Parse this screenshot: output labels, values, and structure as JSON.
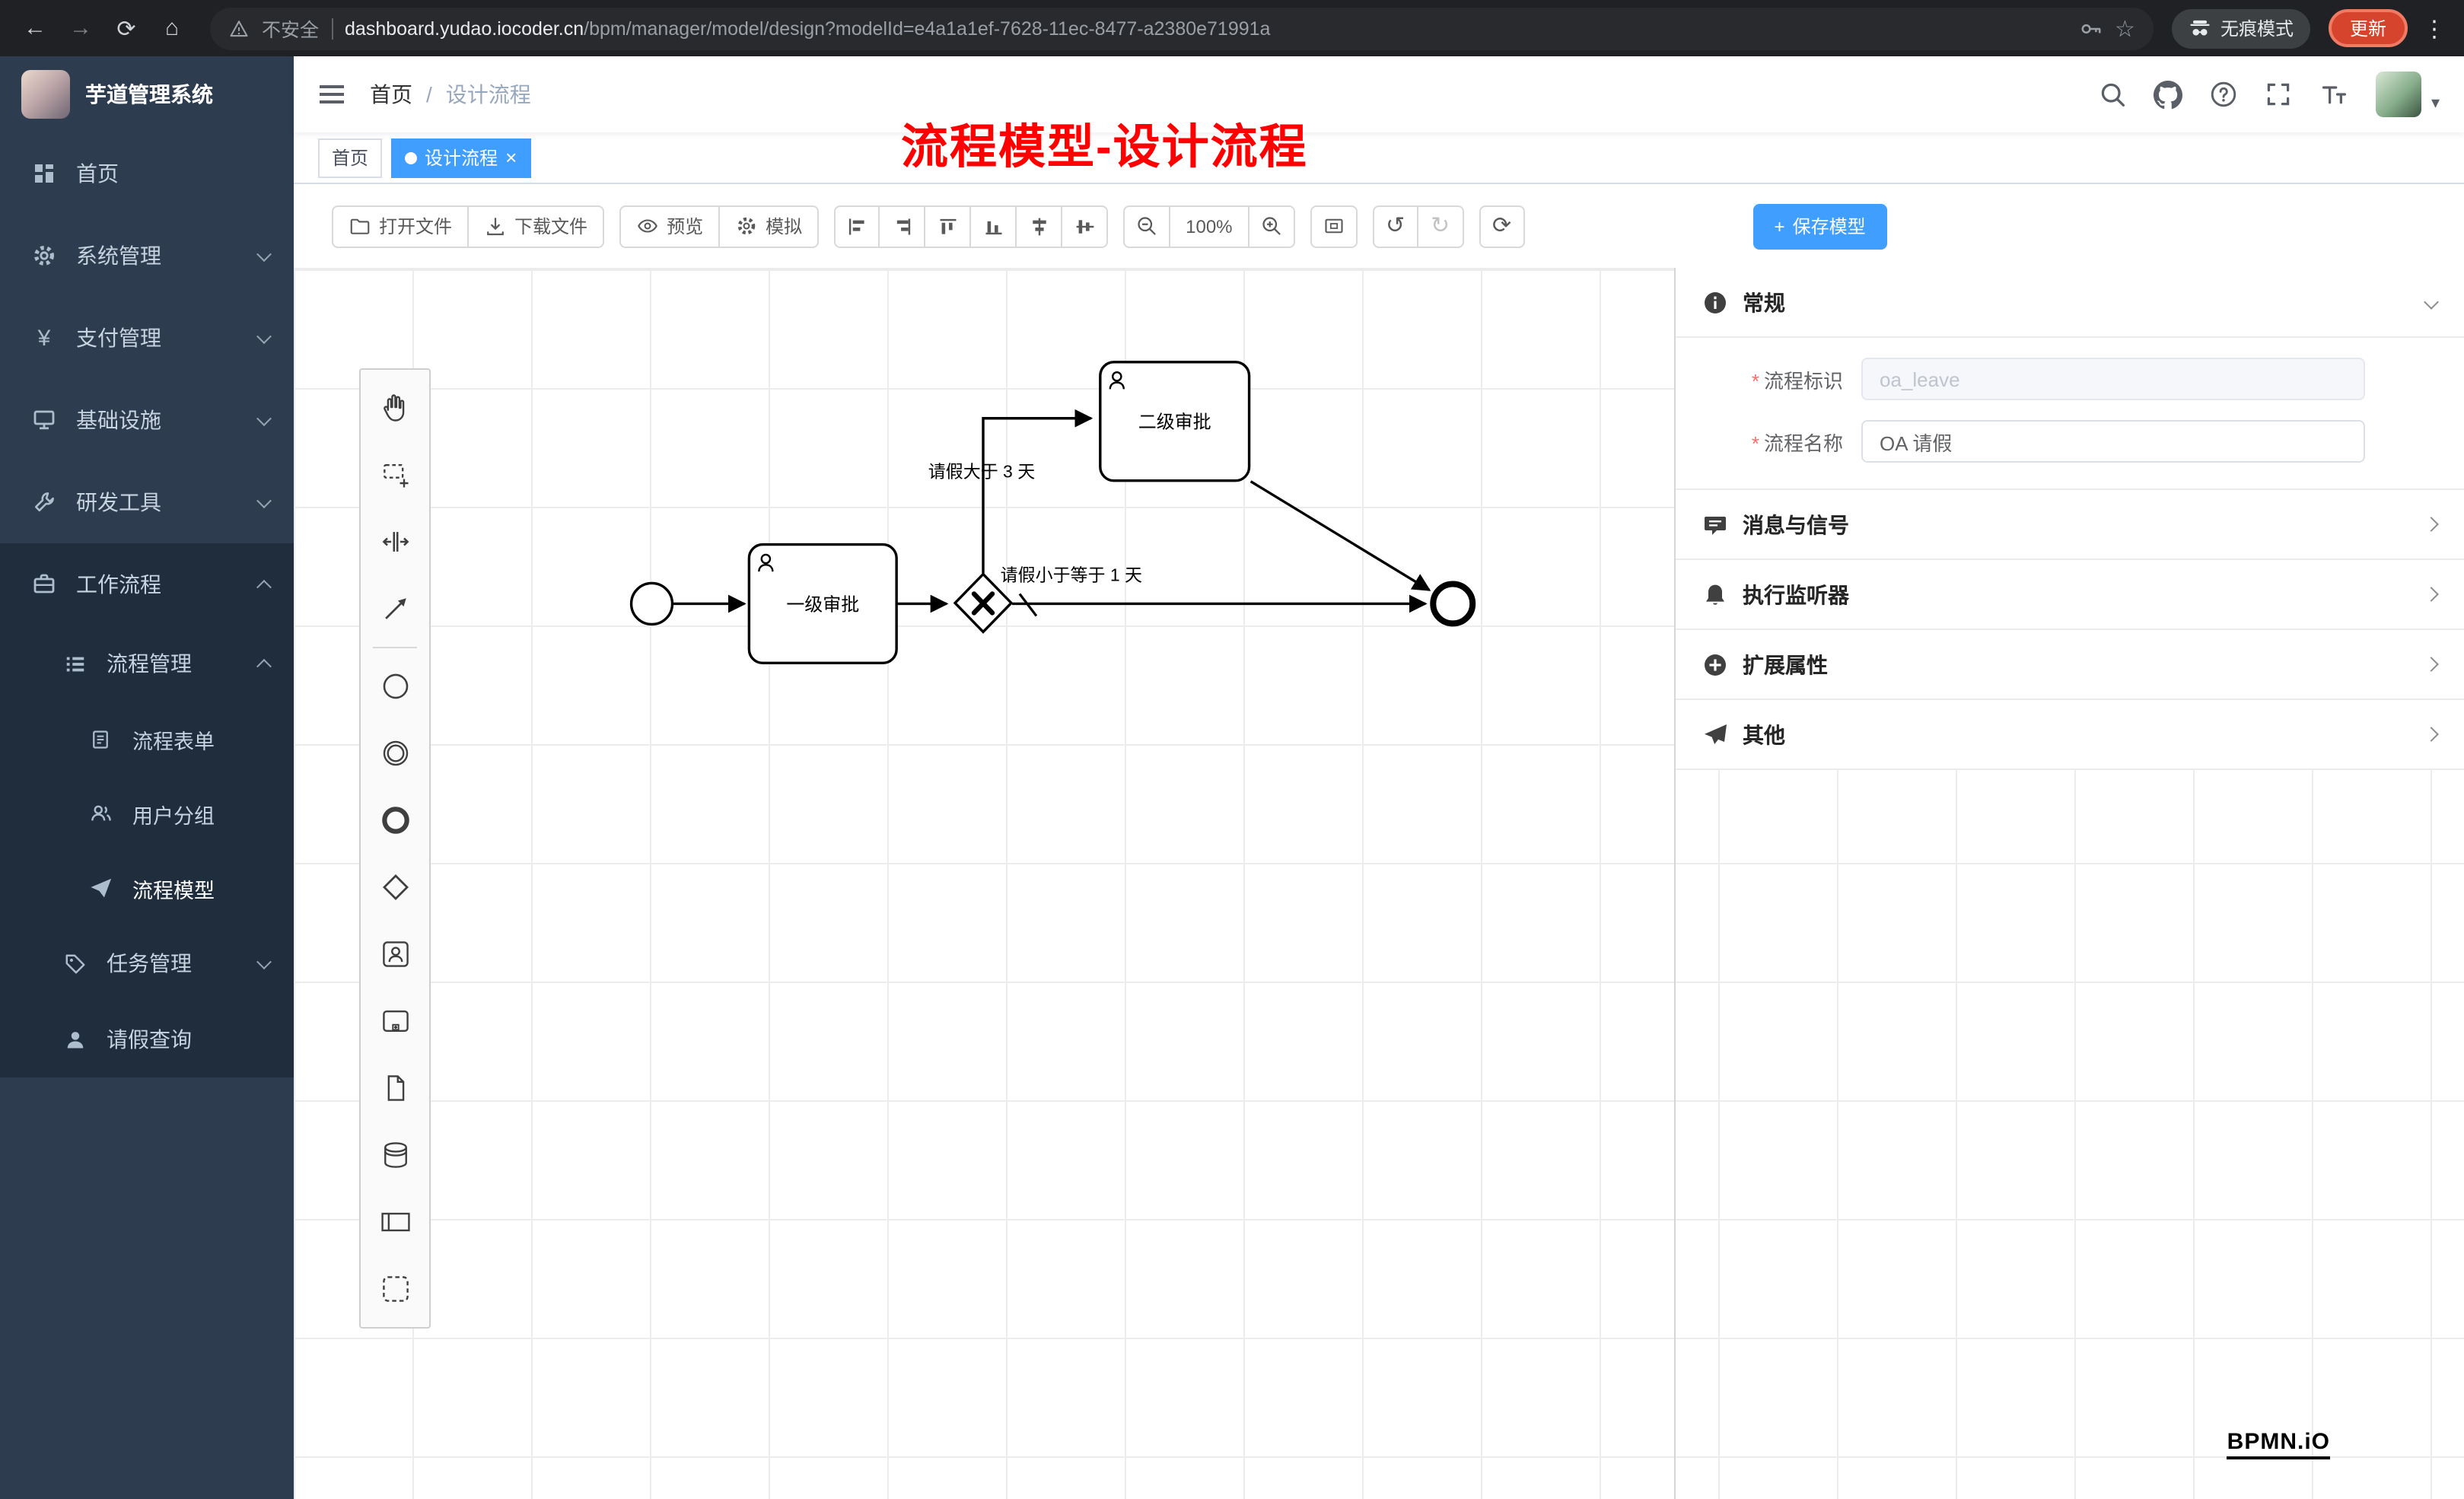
{
  "colors": {
    "accent_blue": "#409eff",
    "sidebar_bg": "#2d3c4e",
    "submenu_bg": "#1f2d3d",
    "chrome_bg": "#202124",
    "annotation_red": "#ff0000",
    "update_chip": "#d7442e"
  },
  "icons": {
    "back": "←",
    "forward": "→",
    "reload": "⟳",
    "home": "⌂",
    "star": "☆",
    "menu_dots": "⋮",
    "yen": "¥",
    "undo": "↺",
    "redo": "↻",
    "refresh": "⟳",
    "close": "×",
    "caret_down": "▾",
    "plus": "+"
  },
  "browser": {
    "security_label": "不安全",
    "url_host": "dashboard.yudao.iocoder.cn",
    "url_path": "/bpm/manager/model/design?modelId=e4a1a1ef-7628-11ec-8477-a2380e71991a",
    "incognito_label": "无痕模式",
    "update_label": "更新"
  },
  "sidebar": {
    "logo_title": "芋道管理系统",
    "items": [
      {
        "label": "首页",
        "icon": "dashboard-icon"
      },
      {
        "label": "系统管理",
        "icon": "gear-icon",
        "chevron": "down"
      },
      {
        "label": "支付管理",
        "icon": "yen-icon",
        "chevron": "down"
      },
      {
        "label": "基础设施",
        "icon": "infrastructure-icon",
        "chevron": "down"
      },
      {
        "label": "研发工具",
        "icon": "tools-icon",
        "chevron": "down"
      },
      {
        "label": "工作流程",
        "icon": "workflow-icon",
        "chevron": "up",
        "expanded": true
      },
      {
        "label": "流程管理",
        "icon": "list-icon",
        "chevron": "up",
        "level": 2
      },
      {
        "label": "流程表单",
        "icon": "form-icon",
        "level": 3
      },
      {
        "label": "用户分组",
        "icon": "user-group-icon",
        "level": 3
      },
      {
        "label": "流程模型",
        "icon": "model-icon",
        "level": 3,
        "active": true
      },
      {
        "label": "任务管理",
        "icon": "task-icon",
        "chevron": "down",
        "level": 2
      },
      {
        "label": "请假查询",
        "icon": "person-icon",
        "level": 2
      }
    ]
  },
  "header": {
    "breadcrumb_home": "首页",
    "breadcrumb_sep": "/",
    "breadcrumb_current": "设计流程"
  },
  "tabs": {
    "home": "首页",
    "current": "设计流程"
  },
  "annotation": "流程模型-设计流程",
  "toolbar": {
    "open_file": "打开文件",
    "download_file": "下载文件",
    "preview": "预览",
    "simulate": "模拟",
    "zoom_level": "100%",
    "save_model": "保存模型"
  },
  "diagram": {
    "task_first": "一级审批",
    "task_second": "二级审批",
    "flow_gt3": "请假大于 3 天",
    "flow_le1": "请假小于等于 1 天"
  },
  "properties": {
    "general_title": "常规",
    "required_mark": "*",
    "process_key_label": "流程标识",
    "process_key_value": "oa_leave",
    "process_name_label": "流程名称",
    "process_name_value": "OA 请假",
    "section_message": "消息与信号",
    "section_listener": "执行监听器",
    "section_ext": "扩展属性",
    "section_other": "其他"
  },
  "watermark": "BPMN.iO"
}
